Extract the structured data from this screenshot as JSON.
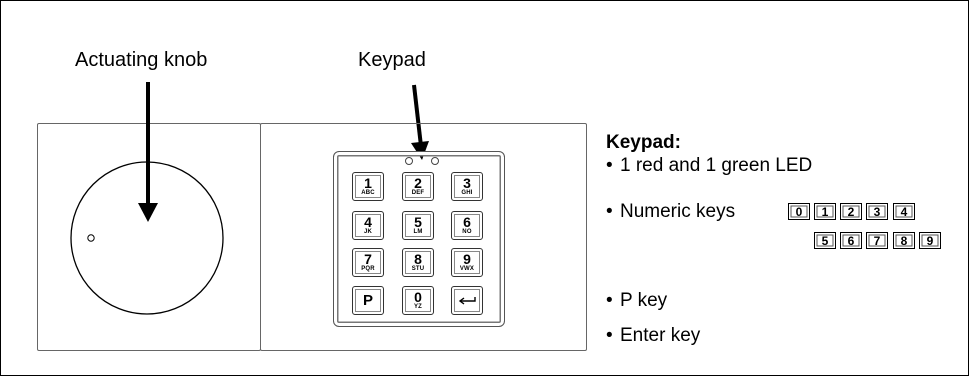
{
  "labels": {
    "knob": "Actuating knob",
    "keypad": "Keypad"
  },
  "keypad": {
    "keys": [
      {
        "digit": "1",
        "letters": "ABC"
      },
      {
        "digit": "2",
        "letters": "DEF"
      },
      {
        "digit": "3",
        "letters": "GHI"
      },
      {
        "digit": "4",
        "letters": "JK"
      },
      {
        "digit": "5",
        "letters": "LM"
      },
      {
        "digit": "6",
        "letters": "NO"
      },
      {
        "digit": "7",
        "letters": "PQR"
      },
      {
        "digit": "8",
        "letters": "STU"
      },
      {
        "digit": "9",
        "letters": "VWX"
      },
      {
        "digit": "P",
        "letters": ""
      },
      {
        "digit": "0",
        "letters": "YZ"
      },
      {
        "digit": "←┘",
        "letters": ""
      }
    ]
  },
  "info": {
    "title": "Keypad:",
    "led": "1 red and 1 green LED",
    "numeric": "Numeric keys",
    "numeric_keys_row1": [
      "0",
      "1",
      "2",
      "3",
      "4"
    ],
    "numeric_keys_row2": [
      "5",
      "6",
      "7",
      "8",
      "9"
    ],
    "p_key": "P key",
    "enter_key": "Enter key"
  }
}
